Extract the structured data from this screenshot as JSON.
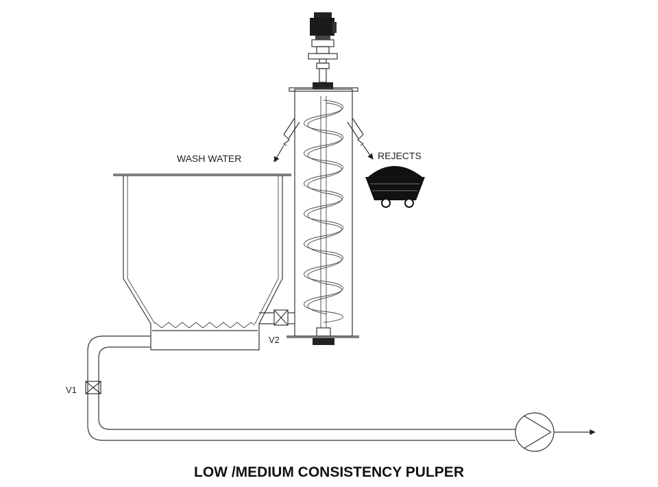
{
  "labels": {
    "wash_water": "WASH WATER",
    "rejects": "REJECTS",
    "valve_1": "V1",
    "valve_2": "V2"
  },
  "title": "LOW /MEDIUM CONSISTENCY PULPER",
  "colors": {
    "line": "#333333",
    "fill_dark": "#111111",
    "background": "#ffffff"
  },
  "icons": {
    "motor": "motor-icon",
    "screw": "screw-conveyor-icon",
    "cart": "reject-cart-icon",
    "pump": "pump-icon",
    "valve": "valve-icon"
  }
}
